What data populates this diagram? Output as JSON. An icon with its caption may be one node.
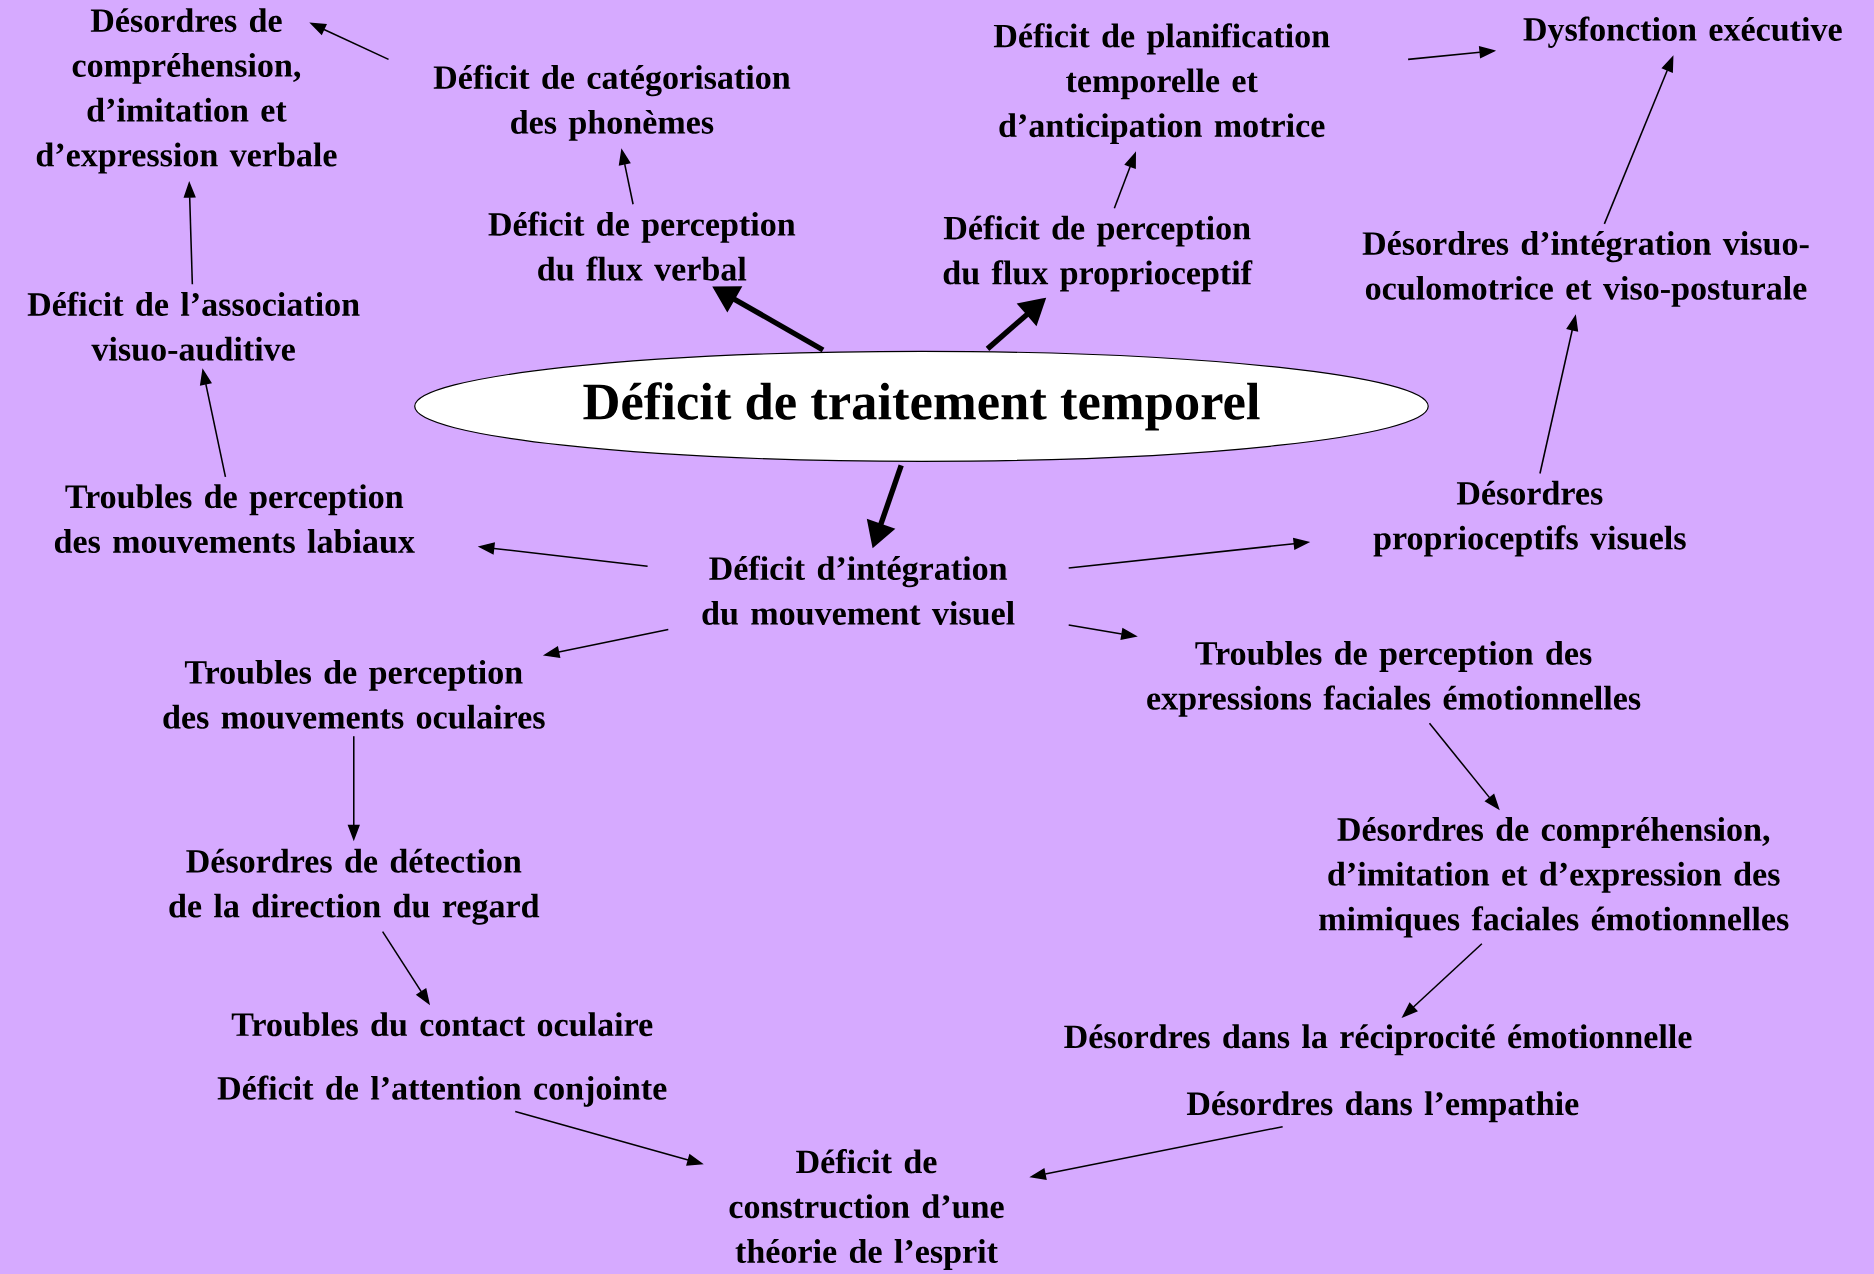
{
  "diagram": {
    "nodes": [
      {
        "text": [
          "Déficit de traitement temporel"
        ]
      },
      {
        "text": [
          "Déficit de perception du flux verbal"
        ]
      },
      {
        "text": [
          "Déficit de perception du flux proprioceptif"
        ]
      },
      {
        "text": [
          "Déficit d’intégration du mouvement visuel"
        ]
      },
      {
        "text": [
          "Déficit de catégorisation des phonèmes"
        ]
      },
      {
        "text": [
          "Désordres de compréhension, d’imitation et d’expression verbale"
        ]
      },
      {
        "text": [
          "Déficit de planification temporelle et d’anticipation motrice"
        ]
      },
      {
        "text": [
          "Dysfonction exécutive"
        ]
      },
      {
        "text": [
          "Désordres d’intégration visuo-oculomotrice et viso-posturale"
        ]
      },
      {
        "text": [
          "Déficit de l’association visuo-auditive"
        ]
      },
      {
        "text": [
          "Troubles de perception des mouvements labiaux"
        ]
      },
      {
        "text": [
          "Désordres proprioceptifs visuels"
        ]
      },
      {
        "text": [
          "Troubles de perception des mouvements oculaires"
        ]
      },
      {
        "text": [
          "Troubles de perception des expressions faciales émotionnelles"
        ]
      },
      {
        "text": [
          "Désordres de détection de la direction du regard"
        ]
      },
      {
        "text": [
          "Désordres de compréhension, d’imitation et d’expression des mimiques faciales émotionnelles"
        ]
      },
      {
        "text": [
          "Troubles du contact oculaire"
        ]
      },
      {
        "text": [
          "Déficit de l’attention conjointe"
        ]
      },
      {
        "text": [
          "Désordres dans la réciprocité émotionnelle"
        ]
      },
      {
        "text": [
          "Désordres dans l’empathie"
        ]
      },
      {
        "text": [
          "Déficit de construction d’une théorie de l’esprit"
        ]
      }
    ],
    "edges": [
      {
        "from": 0,
        "to": 1,
        "arrow": "to",
        "style": "thick"
      },
      {
        "from": 0,
        "to": 2,
        "arrow": "to",
        "style": "thick"
      },
      {
        "from": 0,
        "to": 3,
        "arrow": "to",
        "style": "thick"
      },
      {
        "from": 1,
        "to": 4,
        "arrow": "to"
      },
      {
        "from": 4,
        "to": 5,
        "arrow": "to"
      },
      {
        "from": 2,
        "to": 6,
        "arrow": "to"
      },
      {
        "from": 6,
        "to": 7,
        "arrow": "to"
      },
      {
        "from": 8,
        "to": 7,
        "arrow": "to"
      },
      {
        "from": 9,
        "to": 5,
        "arrow": "to"
      },
      {
        "from": 10,
        "to": 9,
        "arrow": "to"
      },
      {
        "from": 3,
        "to": 10,
        "arrow": "to"
      },
      {
        "from": 3,
        "to": 12,
        "arrow": "to"
      },
      {
        "from": 3,
        "to": 11,
        "arrow": "to"
      },
      {
        "from": 11,
        "to": 8,
        "arrow": "to"
      },
      {
        "from": 3,
        "to": 13,
        "arrow": "to"
      },
      {
        "from": 12,
        "to": 14,
        "arrow": "to"
      },
      {
        "from": 13,
        "to": 15,
        "arrow": "to"
      },
      {
        "from": 14,
        "to": 16,
        "arrow": "to"
      },
      {
        "from": 15,
        "to": 18,
        "arrow": "to"
      },
      {
        "from": 17,
        "to": 20,
        "arrow": "to"
      },
      {
        "from": 19,
        "to": 20,
        "arrow": "to"
      }
    ]
  }
}
